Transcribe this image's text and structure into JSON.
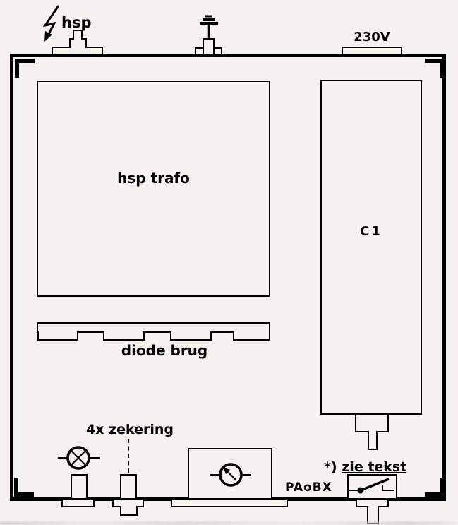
{
  "colors": {
    "ink": "#000000",
    "paper": "#f3f2ee"
  },
  "labels": {
    "hv_connector": "hsp",
    "mains_voltage": "230V",
    "transformer": "hsp trafo",
    "capacitor": "C1",
    "diode_bridge": "diode brug",
    "fuses": "4x zekering",
    "callsign": "PAoBX",
    "footnote_marker": "*)",
    "footnote_text": "zie tekst"
  },
  "icons": {
    "lightning": "lightning-arrow-icon",
    "earth": "earth-ground-icon",
    "lamp": "indicator-lamp-icon",
    "meter": "panel-meter-icon",
    "switch": "power-switch-icon"
  }
}
